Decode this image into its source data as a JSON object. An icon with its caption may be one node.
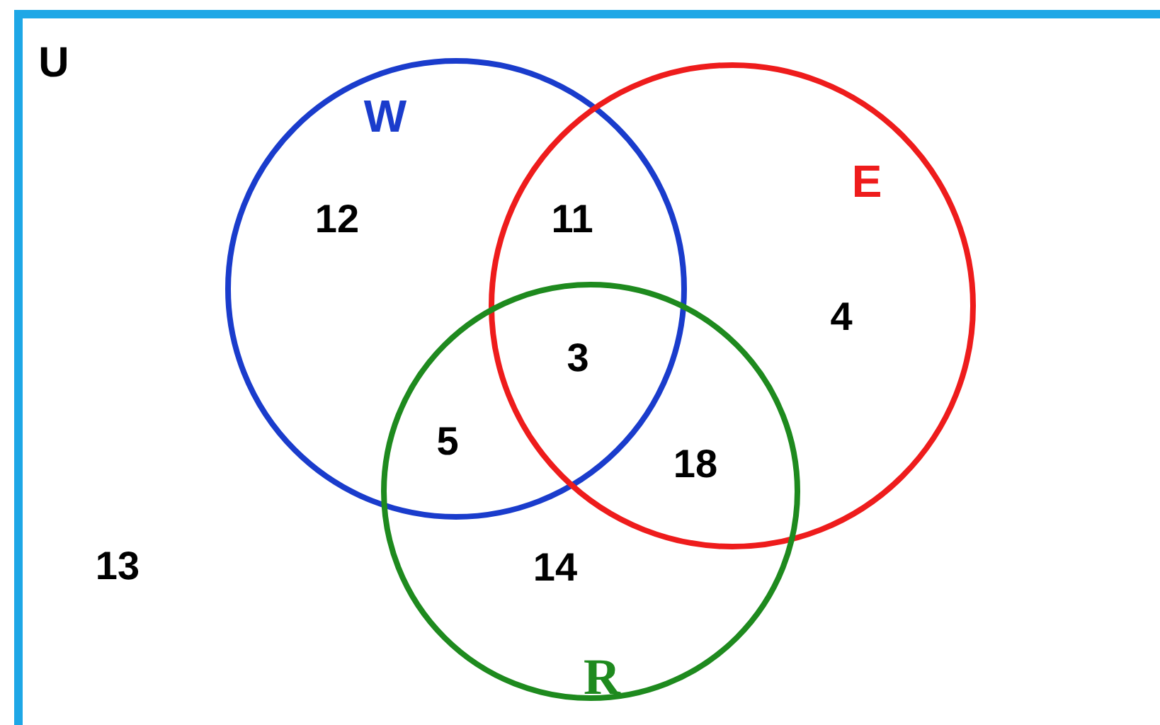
{
  "diagram": {
    "nodes": [
      {
        "text": [
          "U"
        ]
      },
      {
        "text": [
          "W"
        ],
        "in": 0
      },
      {
        "text": [
          "E"
        ],
        "in": 0
      },
      {
        "text": [
          "R"
        ],
        "in": 0
      }
    ],
    "edges": [],
    "labels": [
      "12",
      "11",
      "4",
      "3",
      "5",
      "18",
      "13",
      "14"
    ]
  }
}
